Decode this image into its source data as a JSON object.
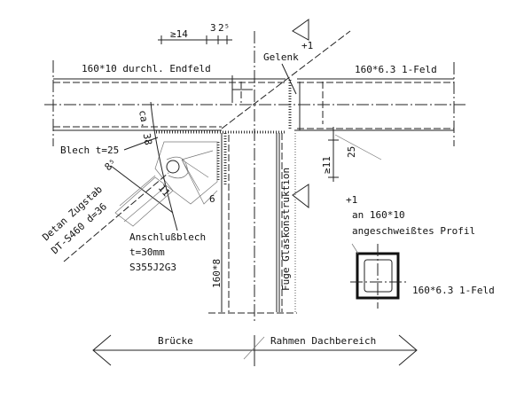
{
  "labels": {
    "top_beam": "160*10 durchl. Endfeld",
    "dim_min14": "≥14",
    "dim_3": "3",
    "dim_25": "2⁵",
    "gelenk": "Gelenk",
    "right_beam": "160*6.3 1-Feld",
    "blech": "Blech t=25",
    "ca38": "ca. 38",
    "dim_85": "8⁵",
    "dim_11": "11",
    "weld_6": "6",
    "tie_rod_1": "Detan Zugstab",
    "tie_rod_2": "DT-S460 d=36",
    "plate_1": "Anschlußblech",
    "plate_2": "t=30mm",
    "plate_3": "S355J2G3",
    "column": "160*8",
    "joint": "Fuge Glaskonstruktion",
    "dim_min11": "≥11",
    "dim_25b": "25",
    "section_mark_1": "+1",
    "section_mark_2": "+1",
    "section_title_1": "an 160*10",
    "section_title_2": "angeschweißtes Profil",
    "section_profile": "160*6.3 1-Feld",
    "zone_left": "Brücke",
    "zone_right": "Rahmen Dachbereich"
  }
}
